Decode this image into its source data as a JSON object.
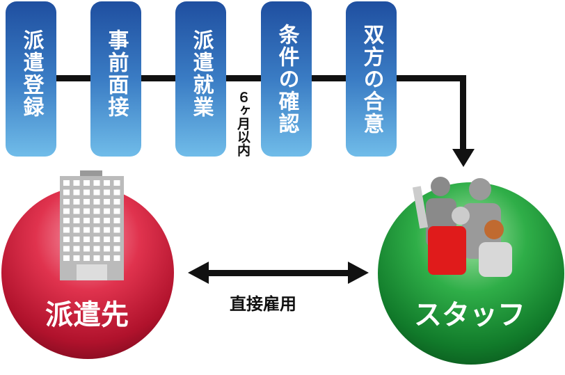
{
  "steps": [
    "派遣登録",
    "事前面接",
    "派遣就業",
    "条件の確認",
    "双方の合意"
  ],
  "period_label": "６ヶ月以内",
  "left_node": {
    "label": "派遣先",
    "icon": "building-icon",
    "color": "#d6263f"
  },
  "right_node": {
    "label": "スタッフ",
    "icon": "people-icon",
    "color": "#1f9a3a"
  },
  "relation_label": "直接雇用"
}
